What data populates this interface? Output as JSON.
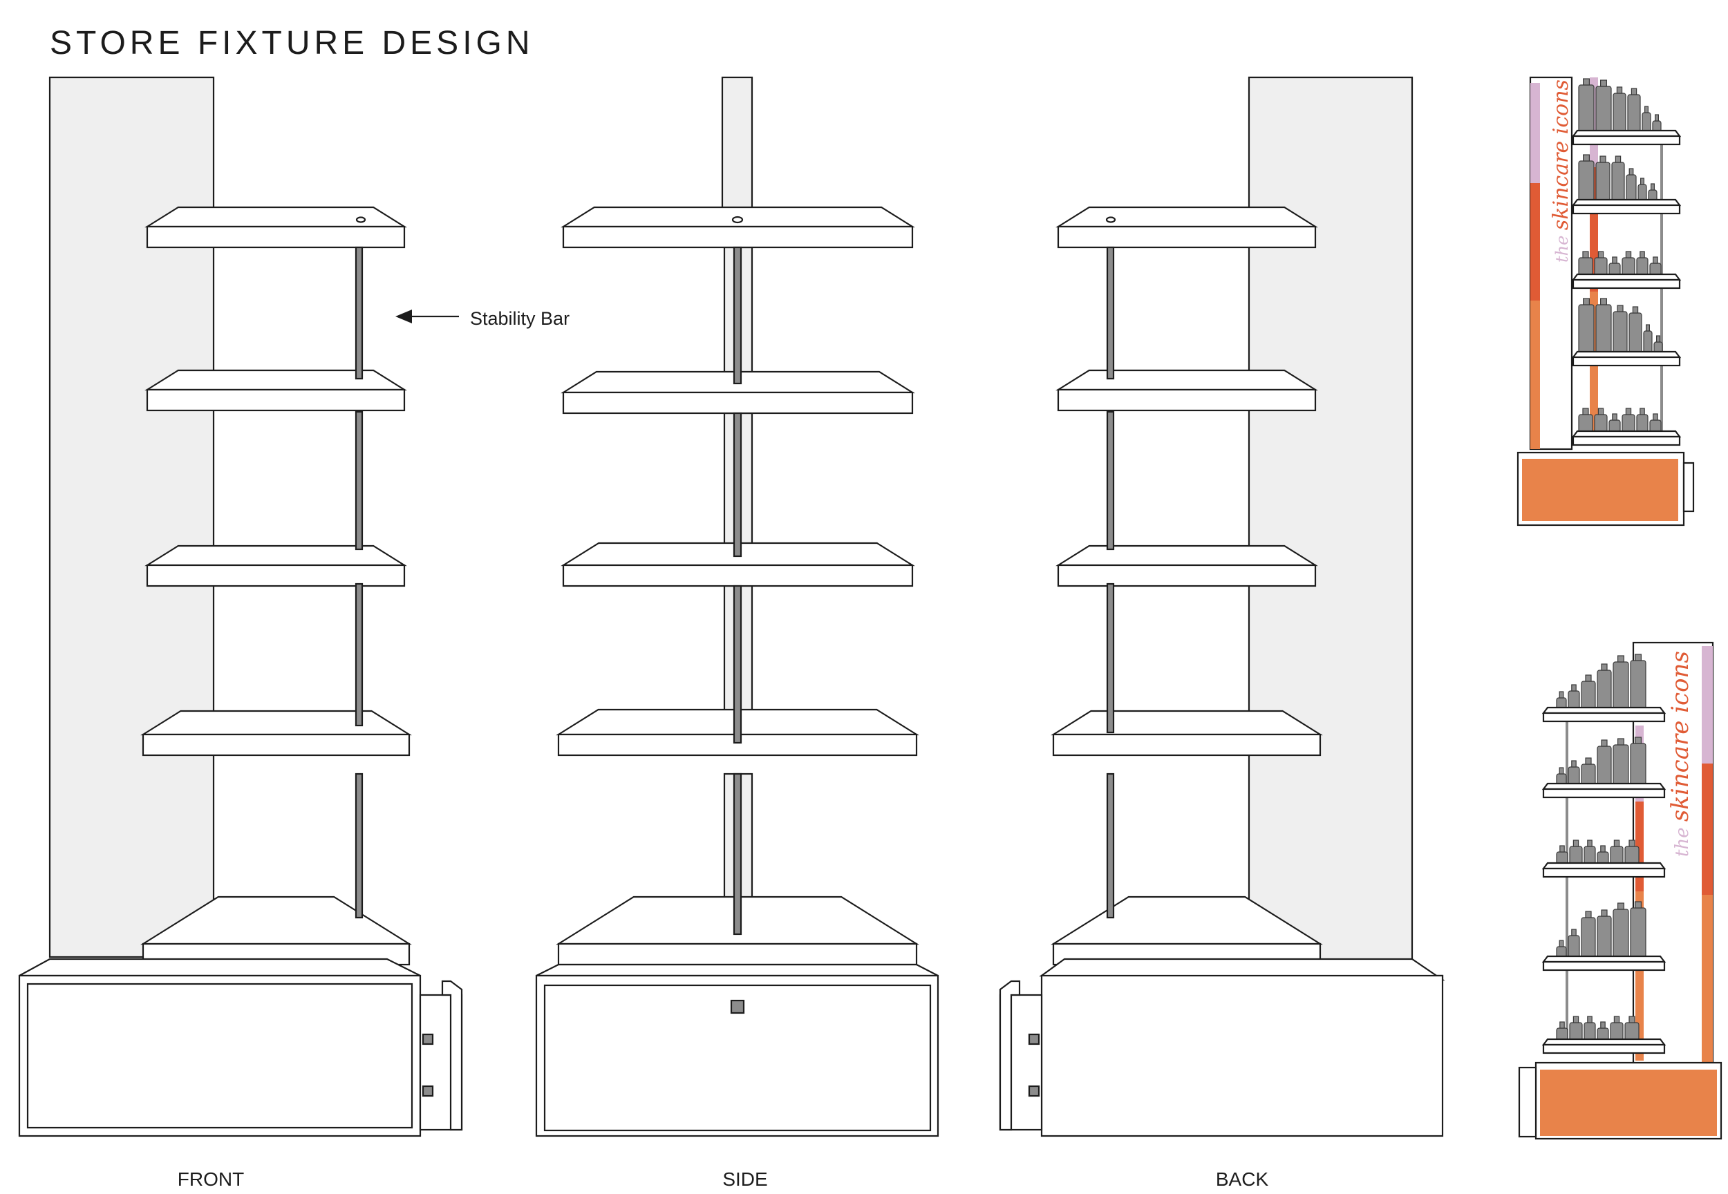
{
  "title": "STORE FIXTURE DESIGN",
  "annotation": {
    "stability_bar": "Stability Bar"
  },
  "views": {
    "front": "FRONT",
    "side": "SIDE",
    "back": "BACK"
  },
  "brand": {
    "the": "the",
    "name": "skincare icons"
  },
  "colors": {
    "panel": "#efefef",
    "bar": "#8c8c8c",
    "orange": "#e8834a",
    "red_orange": "#e05b35",
    "lavender": "#d7b5d2",
    "bottle": "#8e8e8e"
  }
}
